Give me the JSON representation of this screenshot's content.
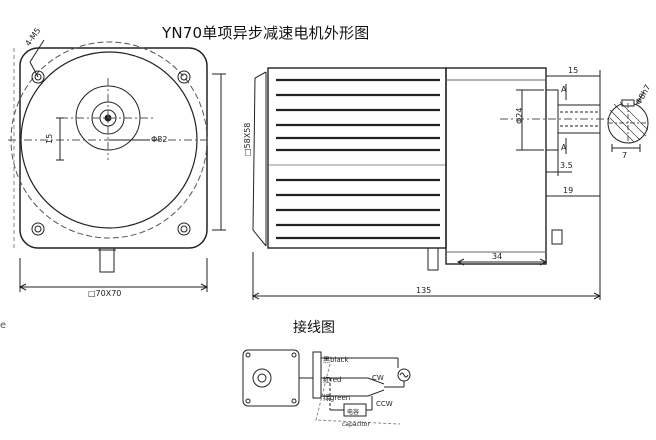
{
  "title": "YN70单项异步减速电机外形图",
  "wiring_title": "接线图",
  "margin_char": "e",
  "dimensions": {
    "square_frame": "□70X70",
    "square_side": "□58X58",
    "bolt_holes": "4-M5",
    "pitch_circle": "Φ82",
    "shaft_offset": "15",
    "flange_dia": "Φ24",
    "total_length": "135",
    "gearbox_length": "34",
    "shaft_length": "19",
    "shaft_step": "3.5",
    "key_length": "15",
    "section_label": "A",
    "section_dia": "Φ8h7",
    "key_height": "7"
  },
  "wiring": {
    "black": "黑black",
    "red": "红red",
    "green": "绿green",
    "cw": "CW",
    "ccw": "CCW",
    "capacitor_cn": "电容",
    "capacitor_en": "capacitor"
  }
}
